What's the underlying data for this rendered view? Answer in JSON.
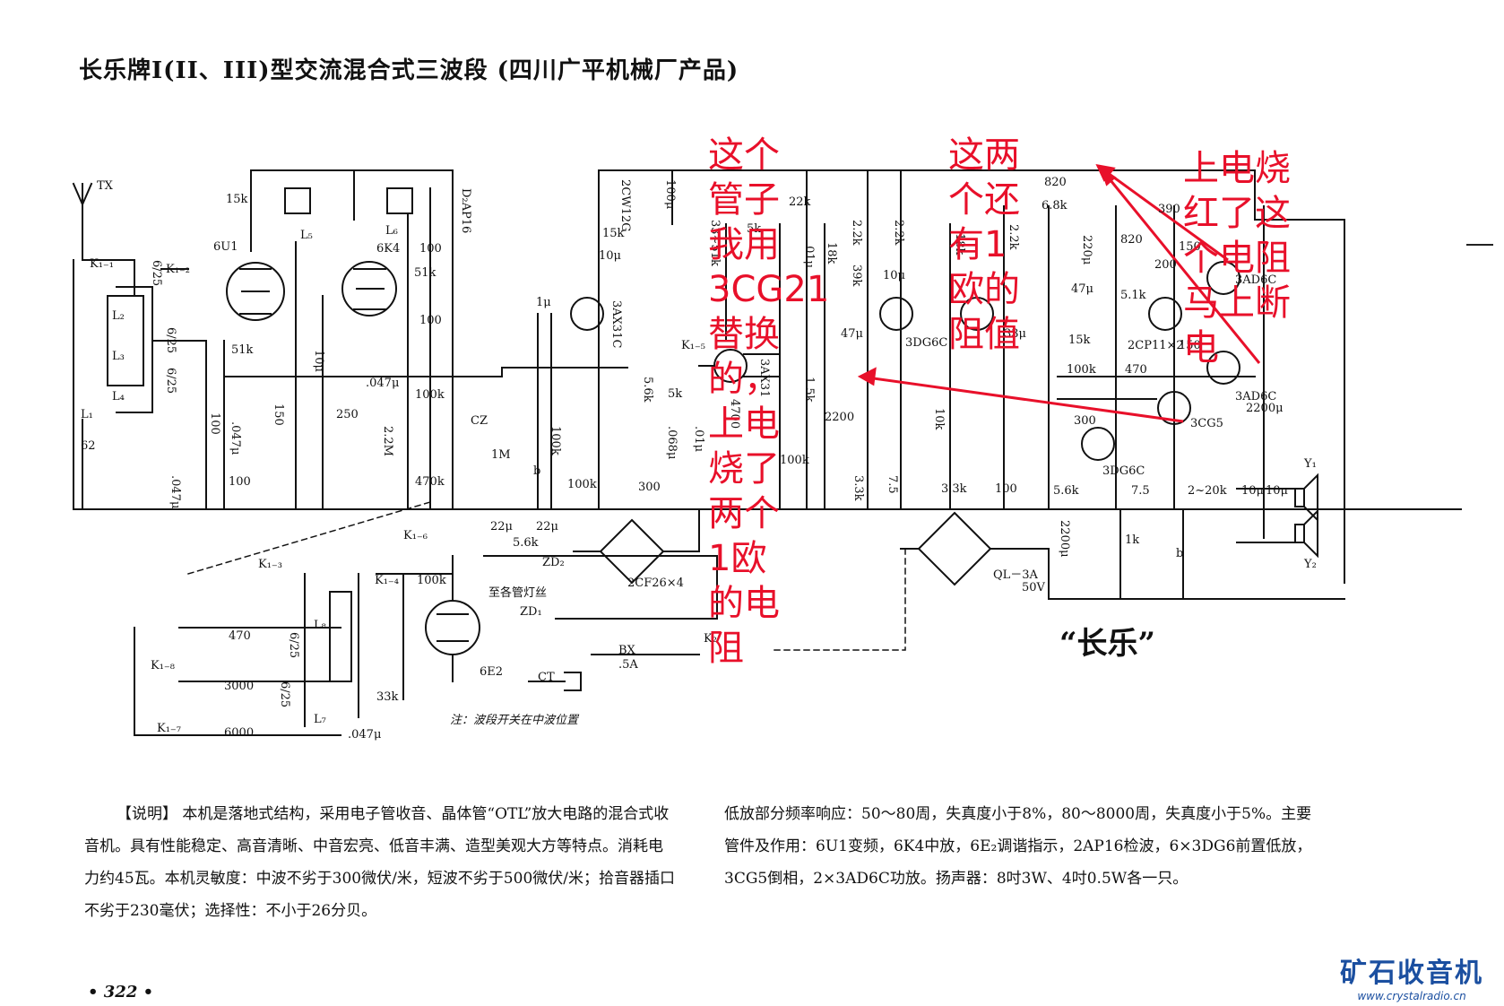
{
  "title": "长乐牌I(II、III)型交流混合式三波段 (四川广平机械厂产品)",
  "brand_label": "“长乐”",
  "note": "注：波段开关在中波位置",
  "description_left": "【说明】 本机是落地式结构，采用电子管收音、晶体管“OTL”放大电路的混合式收音机。具有性能稳定、高音清晰、中音宏亮、低音丰满、造型美观大方等特点。消耗电力约45瓦。本机灵敏度：中波不劣于300微伏/米，短波不劣于500微伏/米；拾音器插口不劣于230毫伏；选择性：不小于26分贝。",
  "description_right": "低放部分频率响应：50～80周，失真度小于8%，80～8000周，失真度小于5%。主要管件及作用：6U1变频，6K4中放，6E₂调谐指示，2AP16检波，6×3DG6前置低放，3CG5倒相，2×3AD6C功放。扬声器：8吋3W、4吋0.5W各一只。",
  "page_number": "• 322 •",
  "watermark": {
    "name": "矿石收音机",
    "url": "www.crystalradio.cn"
  },
  "annotations": [
    {
      "id": "a1",
      "text": "这个管子我用3CG21替换的，上电烧了两个1欧的电阻"
    },
    {
      "id": "a2",
      "text": "这两个还有1欧的阻值"
    },
    {
      "id": "a3",
      "text": "上电烧红了这个电阻马上断电"
    }
  ],
  "colors": {
    "annotation": "#e8102a",
    "ink": "#111111",
    "watermark": "#1b4fa0"
  },
  "labels": {
    "TX": "TX",
    "K11": "K₁₋₁",
    "K12": "K₁₋₂",
    "L1": "L₁",
    "L2": "L₂",
    "L3": "L₃",
    "L4": "L₄",
    "c62": "62",
    "c625a": "6/25",
    "c625b": "6/25",
    "c625c": "6/25",
    "r15k": "15k",
    "tube6u1": "6U1",
    "r51ka": "51k",
    "c100a": "100",
    "c047a": ".047μ",
    "r150": "150",
    "r100a": "100",
    "c047b": ".047μ",
    "c10u": "10μ",
    "L5": "L₅",
    "L6": "L₆",
    "tube6k4": "6K4",
    "r51kb": "51k",
    "c100b": "100",
    "c100c": "100",
    "d2ap16": "D₂AP16",
    "c047c": ".047μ",
    "r250": "250",
    "r100ka": "100k",
    "r22m": "2.2M",
    "r470k": "470k",
    "CZ": "CZ",
    "r1m": "1M",
    "b1": "b",
    "c1u": "1μ",
    "q3ax31c": "3AX31C",
    "r15kb": "15k",
    "c10ub": "10μ",
    "d2cw": "2CW12G",
    "c100u": "100μ",
    "r33": "33~51k",
    "r5k": "5k",
    "r22kb": "22k",
    "c01a": ".01μ",
    "r18k": "18k",
    "K15": "K₁₋₅",
    "q3ax": "3AX31",
    "r56k": "5.6k",
    "r5kb": "5k",
    "c068": ".068μ",
    "c01b": ".01μ",
    "r4700": "4700",
    "r15kc": "1.5k",
    "c2200": "2200",
    "r100kb": "100k",
    "r300": "300",
    "r100kc": "100k",
    "r100kd": "100k",
    "r22ka": "2.2k",
    "r22kc": "2.2k",
    "r39k": "39k",
    "c10uc": "10μ",
    "c47u": "47μ",
    "q3dg6a": "3DG6C",
    "r10k": "10k",
    "r33k": "3.3k",
    "r75a": "7.5",
    "r33kb": "3.3k",
    "r100b": "100",
    "r820": "820",
    "r68k": "6.8k",
    "r390": "390",
    "r18kb": "18k",
    "r22kd": "2.2k",
    "c220u": "220μ",
    "r820b": "820",
    "r150b": "150",
    "r200": "200",
    "c47ub": "47μ",
    "r51k": "5.1k",
    "q3ad6c": "3AD6C",
    "c33u": "33μ",
    "r15kd": "15k",
    "d2cp": "2CP11×2",
    "r150c": "150",
    "r100ke": "100k",
    "r470": "470",
    "q3ad6cb": "3AD6C",
    "r300b": "300",
    "q3cg5": "3CG5",
    "q3dg6b": "3DG6C",
    "c2200u": "2200μ",
    "r56kb": "5.6k",
    "r75b": "7.5",
    "r20": "2~20k",
    "c10ud": "10μ",
    "c10ue": "10μ",
    "Y1": "Y₁",
    "Y2": "Y₂",
    "c2200ub": "2200μ",
    "r1k": "1k",
    "b2": "b",
    "ql": "QL－3A",
    "v50": "50V",
    "K16": "K₁₋₆",
    "c22u": "22μ",
    "c22ub": "22μ",
    "r56kc": "5.6k",
    "ZD2": "ZD₂",
    "ZD1": "ZD₁",
    "d2cf": "2CF26×4",
    "indicator": "至各管灯丝",
    "r100kf": "100k",
    "tube6e2": "6E2",
    "BX": "BX",
    "fuse": ".5A",
    "K2": "K₂",
    "CT": "CT",
    "K13": "K₁₋₃",
    "K14": "K₁₋₄",
    "K18": "K₁₋₈",
    "K17": "K₁₋₇",
    "c470": "470",
    "c3000": "3000",
    "c6000": "6000",
    "c625d": "6/25",
    "c625e": "6/25",
    "L7": "L₇",
    "r33kc": "33k",
    "c047d": ".047μ",
    "L8": "L₈"
  }
}
